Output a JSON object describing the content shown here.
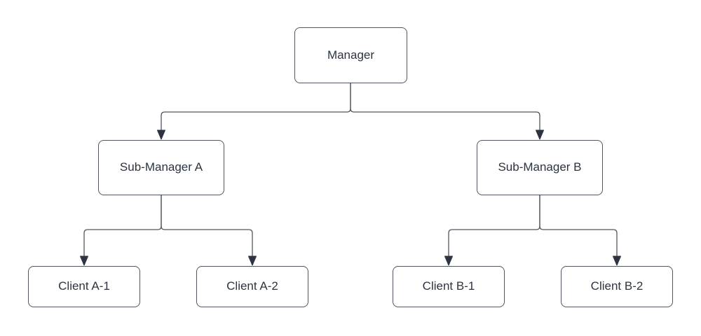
{
  "diagram": {
    "type": "org-chart",
    "nodes": {
      "manager": {
        "label": "Manager"
      },
      "sub_manager_a": {
        "label": "Sub-Manager A"
      },
      "sub_manager_b": {
        "label": "Sub-Manager B"
      },
      "client_a1": {
        "label": "Client A-1"
      },
      "client_a2": {
        "label": "Client A-2"
      },
      "client_b1": {
        "label": "Client B-1"
      },
      "client_b2": {
        "label": "Client B-2"
      }
    },
    "edges": [
      {
        "from": "manager",
        "to": "sub_manager_a",
        "style": "orthogonal-arrow"
      },
      {
        "from": "manager",
        "to": "sub_manager_b",
        "style": "orthogonal-arrow"
      },
      {
        "from": "sub_manager_a",
        "to": "client_a1",
        "style": "orthogonal-arrow"
      },
      {
        "from": "sub_manager_a",
        "to": "client_a2",
        "style": "orthogonal-arrow"
      },
      {
        "from": "sub_manager_b",
        "to": "client_b1",
        "style": "orthogonal-arrow"
      },
      {
        "from": "sub_manager_b",
        "to": "client_b2",
        "style": "orthogonal-arrow"
      }
    ],
    "colors": {
      "background": "#ffffff",
      "node_fill": "#ffffff",
      "node_border": "#50565f",
      "connector": "#50565f",
      "arrowhead": "#2b3440",
      "text": "#2b3440"
    }
  }
}
